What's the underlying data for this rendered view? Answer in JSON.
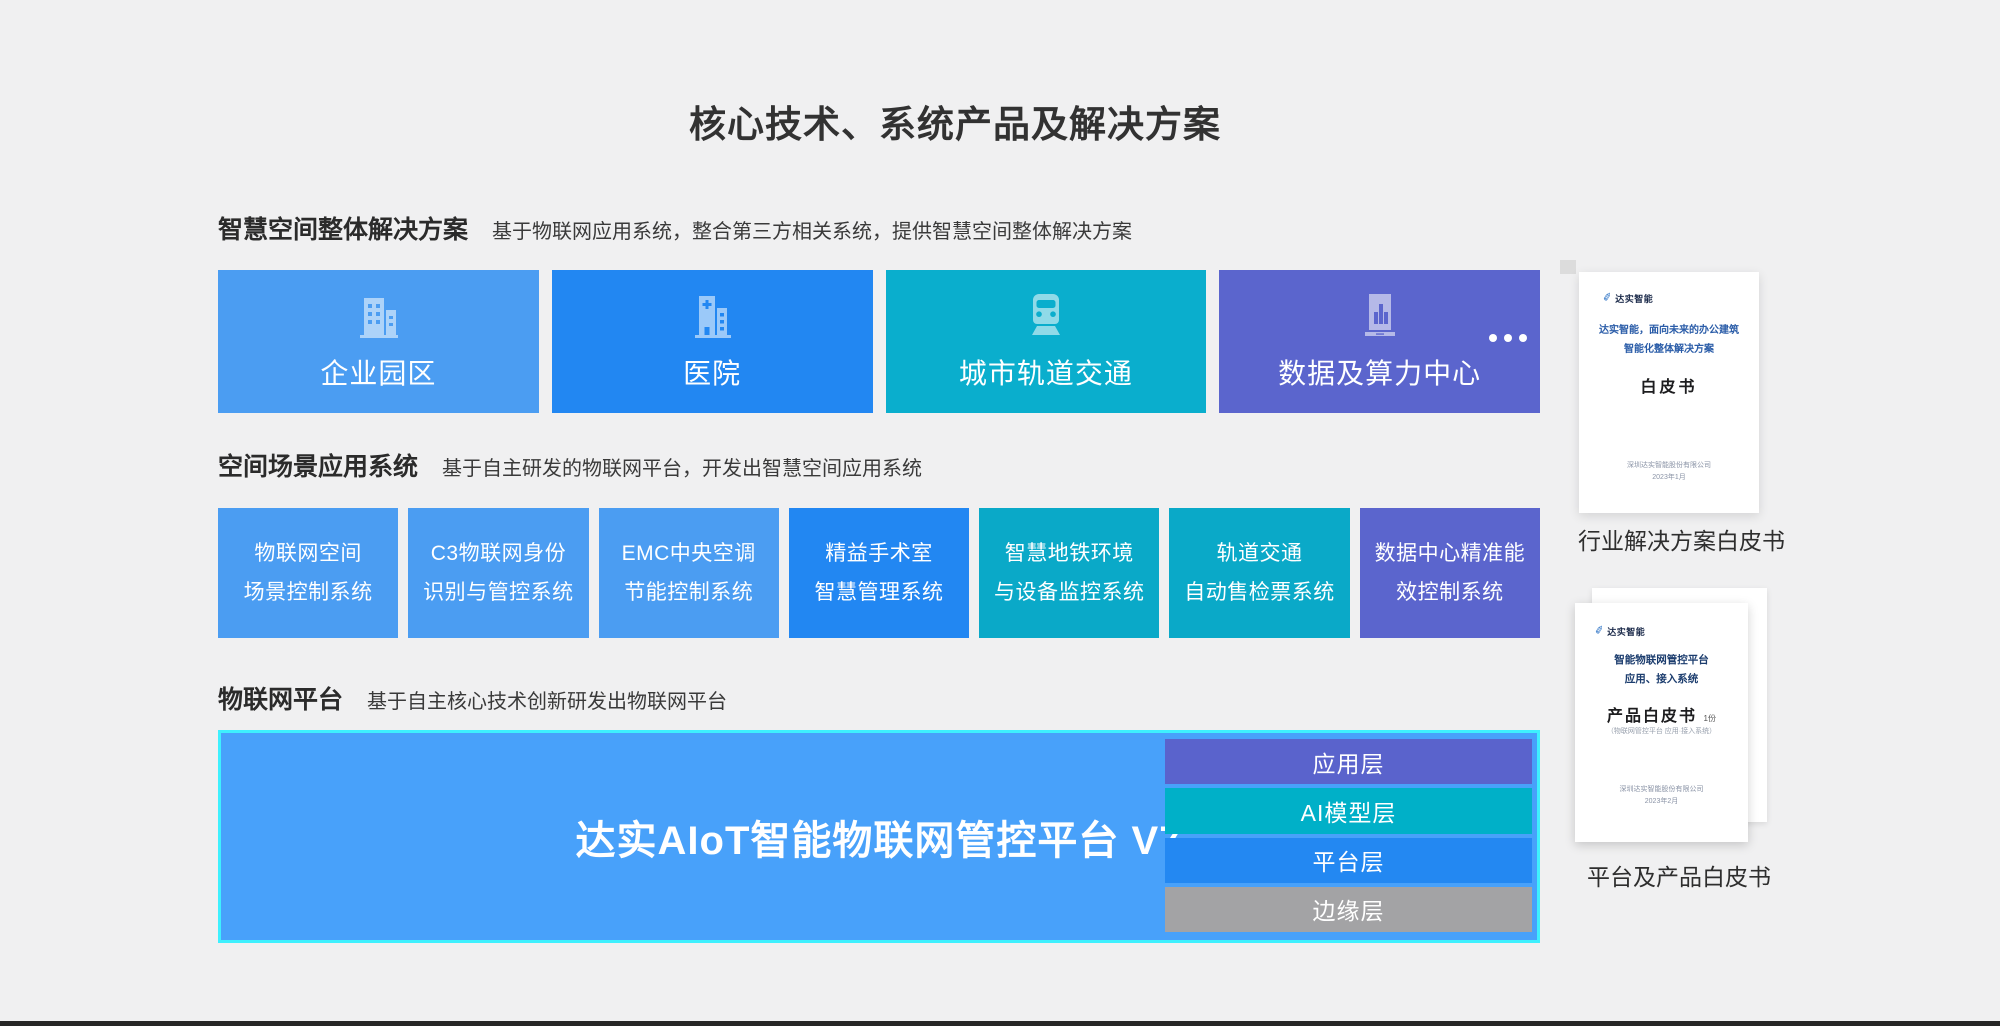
{
  "page": {
    "title": "核心技术、系统产品及解决方案",
    "background": "#f0f0f1",
    "bottom_bar_color": "#262626"
  },
  "sections": {
    "solutions": {
      "title": "智慧空间整体解决方案",
      "subtitle": "基于物联网应用系统，整合第三方相关系统，提供智慧空间整体解决方案",
      "cards": [
        {
          "label": "企业园区",
          "color": "#4b9df2",
          "icon": "office-building-icon"
        },
        {
          "label": "医院",
          "color": "#2287f2",
          "icon": "hospital-icon"
        },
        {
          "label": "城市轨道交通",
          "color": "#0aaecd",
          "icon": "metro-train-icon"
        },
        {
          "label": "数据及算力中心",
          "color": "#5b65cd",
          "icon": "data-center-icon",
          "more_icon": "ellipsis-icon"
        }
      ]
    },
    "systems": {
      "title": "空间场景应用系统",
      "subtitle": "基于自主研发的物联网平台，开发出智慧空间应用系统",
      "cards": [
        {
          "line1": "物联网空间",
          "line2": "场景控制系统",
          "color": "#4b9df2"
        },
        {
          "line1": "C3物联网身份",
          "line2": "识别与管控系统",
          "color": "#4b9df2"
        },
        {
          "line1": "EMC中央空调",
          "line2": "节能控制系统",
          "color": "#4b9df2"
        },
        {
          "line1": "精益手术室",
          "line2": "智慧管理系统",
          "color": "#2287f2"
        },
        {
          "line1": "智慧地铁环境",
          "line2": "与设备监控系统",
          "color": "#0aa9c8"
        },
        {
          "line1": "轨道交通",
          "line2": "自动售检票系统",
          "color": "#0aa9c8"
        },
        {
          "line1": "数据中心精准能",
          "line2": "效控制系统",
          "color": "#5b65cd"
        }
      ]
    },
    "platform": {
      "title": "物联网平台",
      "subtitle": "基于自主核心技术创新研发出物联网平台",
      "platform_name": "达实AIoT智能物联网管控平台 V7",
      "box_color": "#48a1fa",
      "border_color": "#3ef0fe",
      "layers": [
        {
          "label": "应用层",
          "color": "#5a63cc"
        },
        {
          "label": "AI模型层",
          "color": "#00b0c8"
        },
        {
          "label": "平台层",
          "color": "#2388f2"
        },
        {
          "label": "边缘层",
          "color": "#a3a3a5"
        }
      ]
    }
  },
  "whitepapers": {
    "doc1": {
      "logo_text": "达实智能",
      "title_line1": "达实智能，面向未来的办公建筑",
      "title_line2": "智能化整体解决方案",
      "heading": "白皮书",
      "footer_line1": "深圳达实智能股份有限公司",
      "footer_line2": "2023年1月",
      "caption": "行业解决方案白皮书"
    },
    "doc2": {
      "logo_text": "达实智能",
      "title_line1": "智能物联网管控平台",
      "title_line2": "应用、接入系统",
      "heading": "产品白皮书",
      "heading_suffix": "1份",
      "subheading": "（物联网管控平台 应用·接入系统）",
      "footer_line1": "深圳达实智能股份有限公司",
      "footer_line2": "2023年2月",
      "caption": "平台及产品白皮书"
    }
  }
}
